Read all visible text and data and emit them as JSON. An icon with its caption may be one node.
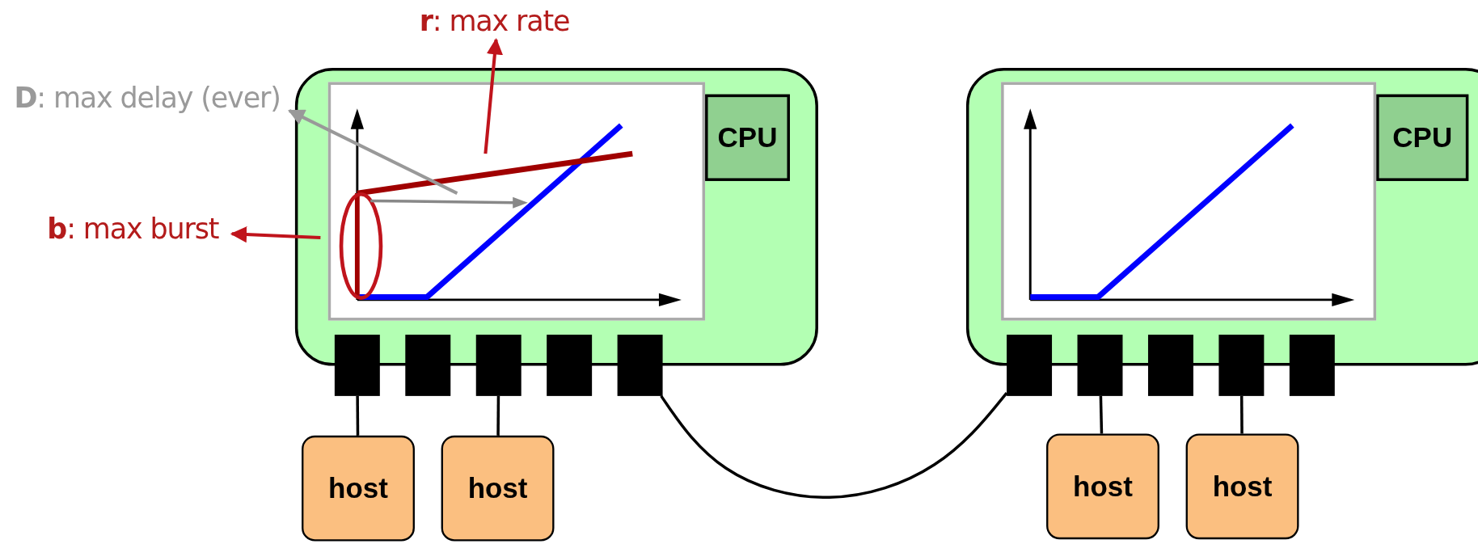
{
  "diagram": {
    "nodes": [
      {
        "text": [],
        "shape": "box"
      },
      {
        "text": [
          "CPU"
        ],
        "in": 0
      },
      {
        "text": [],
        "shape": "picture",
        "in": 0
      },
      {
        "text": [],
        "shape": "line",
        "in": 2
      },
      {
        "text": [],
        "shape": "ellipse",
        "in": 2
      },
      {
        "text": [],
        "shape": "arrow",
        "in": 2
      },
      {
        "text": [],
        "shape": "box"
      },
      {
        "text": [],
        "shape": "box"
      },
      {
        "text": [],
        "shape": "box"
      },
      {
        "text": [],
        "shape": "box"
      },
      {
        "text": [],
        "shape": "box"
      },
      {
        "text": [
          "host"
        ]
      },
      {
        "text": [
          "host"
        ]
      },
      {
        "text": [],
        "shape": "box"
      },
      {
        "text": [
          "CPU"
        ],
        "in": 13
      },
      {
        "text": [],
        "shape": "picture",
        "in": 13
      },
      {
        "text": [],
        "shape": "box"
      },
      {
        "text": [],
        "shape": "box"
      },
      {
        "text": [],
        "shape": "box"
      },
      {
        "text": [],
        "shape": "box"
      },
      {
        "text": [],
        "shape": "box"
      },
      {
        "text": [
          "host"
        ]
      },
      {
        "text": [
          "host"
        ]
      },
      {
        "text": [
          "**r**: max rate"
        ]
      },
      {
        "text": [
          "**D**: max delay (ever)"
        ]
      },
      {
        "text": [
          "**b**: max burst"
        ]
      }
    ],
    "edges": [
      {
        "from": 11,
        "to": 6,
        "arrow": "none"
      },
      {
        "from": 12,
        "to": 8,
        "arrow": "none"
      },
      {
        "from": 10,
        "to": 16,
        "arrow": "none"
      },
      {
        "from": 21,
        "to": 17,
        "arrow": "none"
      },
      {
        "from": 22,
        "to": 19,
        "arrow": "none"
      },
      {
        "from": 3,
        "to": 23,
        "arrow": "to",
        "color": "#c0141c"
      },
      {
        "from": 5,
        "to": 24,
        "arrow": "to",
        "color": "#999999"
      },
      {
        "from": 4,
        "to": 25,
        "arrow": "to",
        "color": "#c0141c"
      }
    ]
  }
}
